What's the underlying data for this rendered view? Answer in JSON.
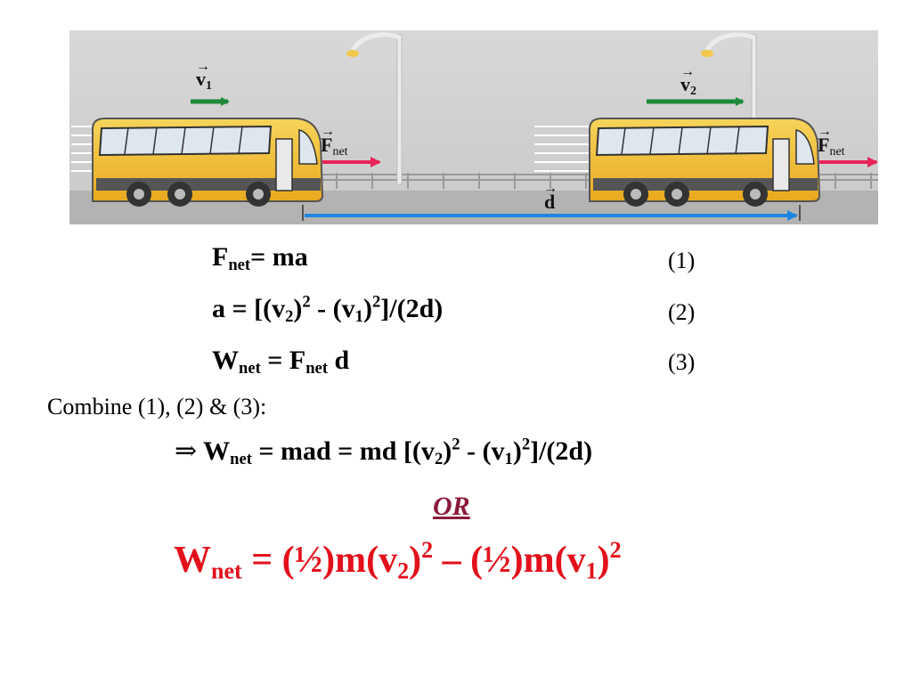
{
  "figure": {
    "v1_label": "v",
    "v1_sub": "1",
    "v2_label": "v",
    "v2_sub": "2",
    "fnet_label": "F",
    "fnet_sub": "net",
    "d_label": "d",
    "colors": {
      "sky": "#cfcfcf",
      "road": "#b5b5b5",
      "bus_body": "#f3c23a",
      "velocity_arrow": "#1e8a3a",
      "force_arrow": "#e8245a",
      "displacement_arrow": "#1f86e0"
    }
  },
  "equations": [
    {
      "lhs": "F",
      "lhs_sub": "net",
      "rhs": "= ma",
      "number": "(1)"
    },
    {
      "a": "a = [(v",
      "s1": "2",
      "p1": "2",
      "mid": " - (v",
      "s2": "1",
      "p2": "2",
      "end": "]/(2d)",
      "close1": ")",
      "close2": ")",
      "number": "(2)"
    },
    {
      "w": "W",
      "w_sub": "net",
      "eq": " = F",
      "f_sub": "net",
      "d": " d",
      "number": "(3)"
    }
  ],
  "combine_text": "Combine (1), (2) & (3):",
  "result": {
    "arrow": "⇒",
    "w": " W",
    "w_sub": "net",
    "rest1": " = mad = md [(v",
    "s2": "2",
    "p2": "2",
    "mid": " - (v",
    "s1": "1",
    "p1": "2",
    "end": "]/(2d)",
    "close": ")"
  },
  "or_label": "OR",
  "final": {
    "w": "W",
    "w_sub": "net",
    "eq": " =  (½)m(v",
    "s2": "2",
    "close": ")",
    "p2": "2",
    "minus": " –  (½)m(v",
    "s1": "1",
    "close2": ")",
    "p1": "2",
    "color": "#e3101b"
  },
  "colors": {
    "or_color": "#8b1a3a"
  }
}
